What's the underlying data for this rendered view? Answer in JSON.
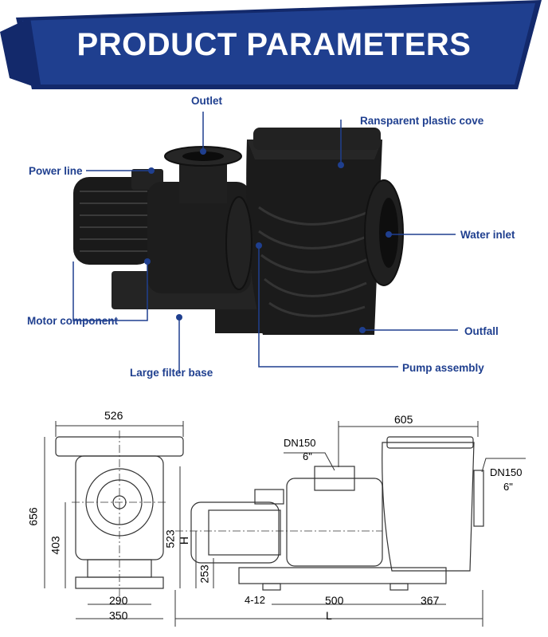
{
  "banner": {
    "title": "PRODUCT PARAMETERS"
  },
  "callouts": {
    "outlet": "Outlet",
    "transparent_cover": "Ransparent plastic cove",
    "power_line": "Power line",
    "water_inlet": "Water inlet",
    "motor_component": "Motor component",
    "outfall": "Outfall",
    "large_filter_base": "Large filter base",
    "pump_assembly": "Pump assembly"
  },
  "dimensions": {
    "front_width": "526",
    "front_height": "656",
    "front_center_height": "403",
    "front_base_inner": "290",
    "front_base_outer": "350",
    "side_top_width": "605",
    "outlet_dn": "DN150",
    "outlet_inch": "6\"",
    "inlet_dn": "DN150",
    "inlet_inch": "6\"",
    "side_height_h": "523",
    "side_h_label": "H",
    "side_base_height": "253",
    "holes": "4-12",
    "base_spacing": "500",
    "base_right": "367",
    "total_length": "L"
  },
  "colors": {
    "banner_blue": "#1f3f8f",
    "banner_dark": "#13296b",
    "callout_blue": "#1f3f8f",
    "pump_black": "#1c1c1c"
  }
}
